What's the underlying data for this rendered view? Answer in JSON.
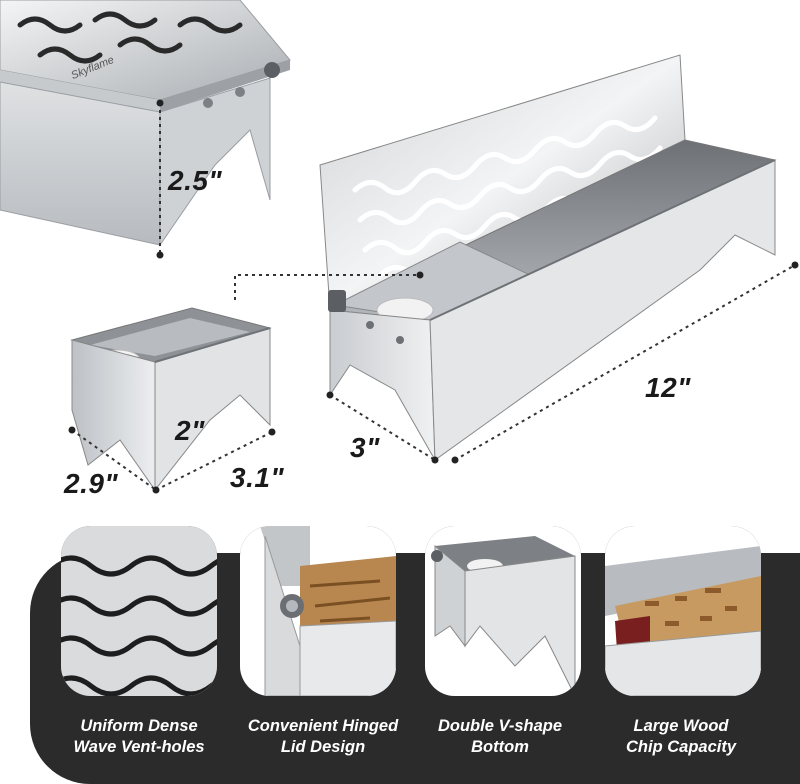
{
  "brand_mark": "Skyflame",
  "dimensions": {
    "lid_height": "2.5\"",
    "small_box_height": "2\"",
    "small_box_depth": "2.9\"",
    "small_box_width": "3.1\"",
    "main_box_depth": "3\"",
    "main_box_length": "12\""
  },
  "features": [
    {
      "line1": "Uniform Dense",
      "line2": "Wave Vent-holes",
      "icon": "wave-vent-holes"
    },
    {
      "line1": "Convenient Hinged",
      "line2": "Lid Design",
      "icon": "hinged-lid"
    },
    {
      "line1": "Double V-shape",
      "line2": "Bottom",
      "icon": "v-shape-bottom"
    },
    {
      "line1": "Large Wood",
      "line2": "Chip Capacity",
      "icon": "wood-chips"
    }
  ],
  "colors": {
    "steel_light": "#e6e8ea",
    "steel_dark": "#8e9296",
    "panel": "#2b2b2b",
    "wood": "#b8864f"
  }
}
